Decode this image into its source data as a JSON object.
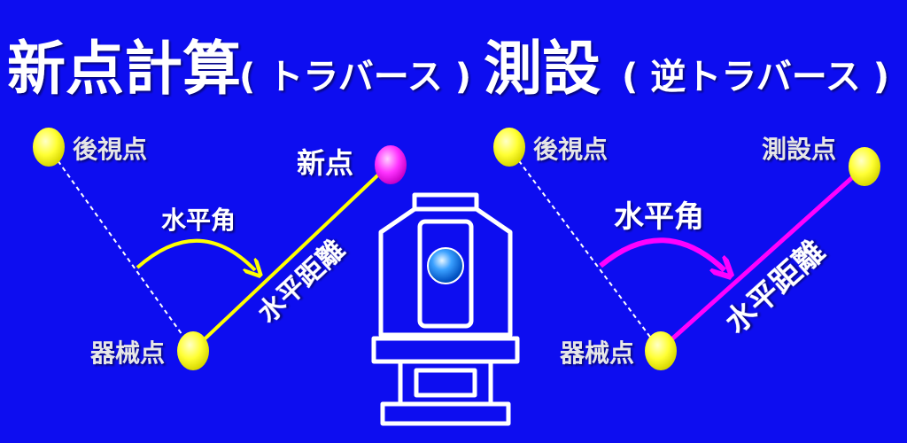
{
  "colors": {
    "background": "#0d0df0",
    "left_line": "#ffff00",
    "right_line": "#ff00ff",
    "point_yellow": "#ffff33",
    "point_magenta": "#ff33ff",
    "label_gray": "#e6e6e6"
  },
  "left_panel": {
    "title_main": "新点計算",
    "title_paren": "( トラバース )",
    "backsight_label": "後視点",
    "new_point_label": "新点",
    "horizontal_angle_label": "水平角",
    "horizontal_distance_label": "水平距離",
    "instrument_point_label": "器械点"
  },
  "right_panel": {
    "title_main": "測設",
    "title_paren": "( 逆トラバース )",
    "backsight_label": "後視点",
    "stakeout_point_label": "測設点",
    "horizontal_angle_label": "水平角",
    "horizontal_distance_label": "水平距離",
    "instrument_point_label": "器械点"
  },
  "center": {
    "icon": "total-station-icon"
  }
}
